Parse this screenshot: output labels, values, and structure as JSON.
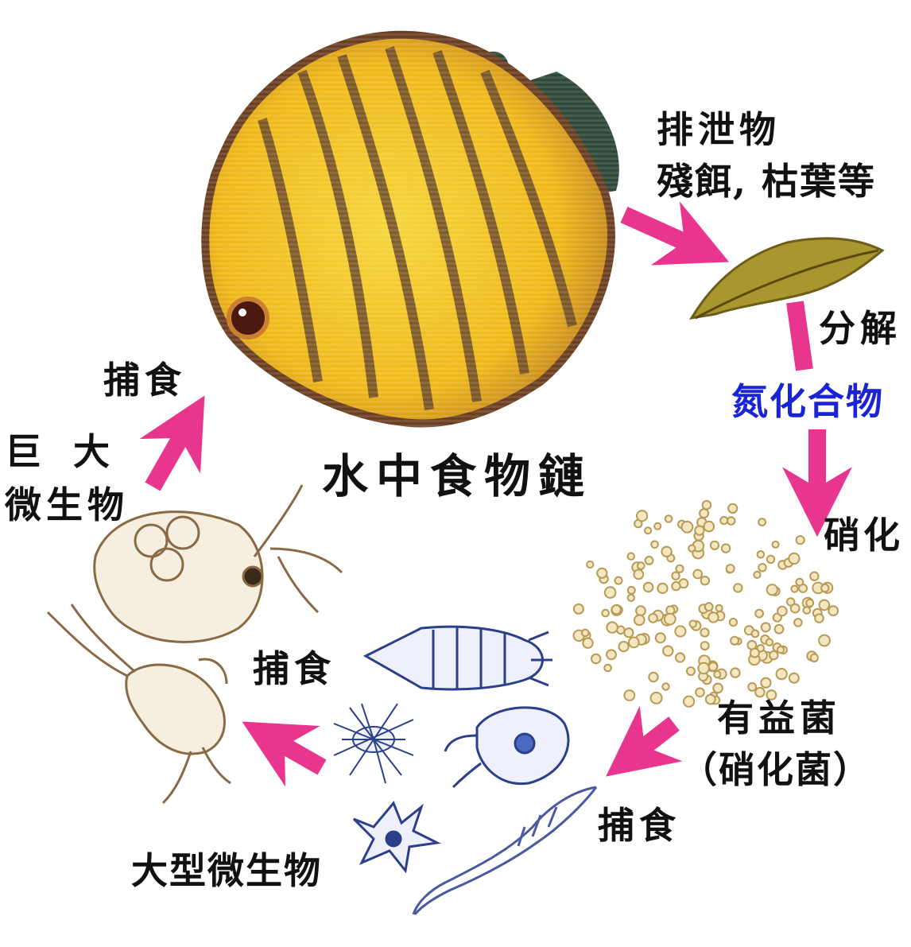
{
  "title": "水中食物鏈",
  "labels": {
    "excretion_line1": "排泄物",
    "excretion_line2": "殘餌, 枯葉等",
    "decompose": "分解",
    "nitrogen_compound": "氮化合物",
    "nitrification": "硝化",
    "bacteria_line1": "有益菌",
    "bacteria_line2": "（硝化菌）",
    "prey_bottom_right": "捕食",
    "prey_middle": "捕食",
    "large_microbes": "大型微生物",
    "giant_line1": "巨 大",
    "giant_line2": "微生物",
    "prey_top_left": "捕食"
  },
  "colors": {
    "arrow": "#e8368e",
    "label_text": "#111111",
    "highlight_text": "#1a23d6",
    "fish_body": "#f2c21b",
    "fish_stripe": "#6b4a2a",
    "fish_fin": "#2f4a3a",
    "leaf": "#a8962e",
    "bacteria": "#b89a55",
    "sketch_line": "#8a6a45",
    "protozoa_line": "#2b3f8a"
  }
}
